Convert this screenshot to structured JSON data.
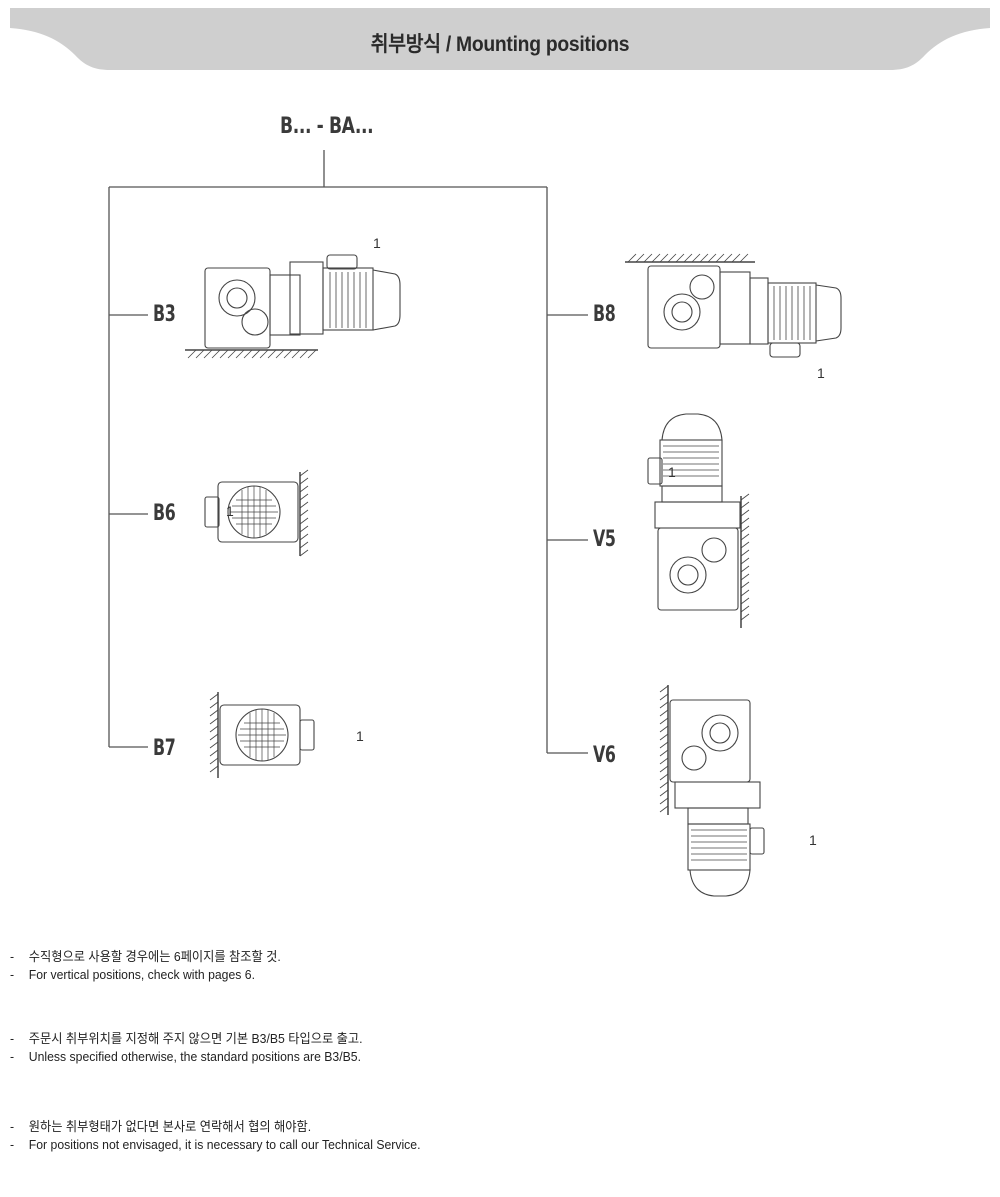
{
  "header": {
    "title": "취부방식 / Mounting positions"
  },
  "tree": {
    "title": "B... - BA..."
  },
  "positions": {
    "b3": {
      "label": "B3",
      "ref": "1"
    },
    "b6": {
      "label": "B6",
      "ref": "1"
    },
    "b7": {
      "label": "B7",
      "ref": "1"
    },
    "b8": {
      "label": "B8",
      "ref": "1"
    },
    "v5": {
      "label": "V5",
      "ref": "1"
    },
    "v6": {
      "label": "V6",
      "ref": "1"
    }
  },
  "notes": [
    {
      "dash": "-",
      "ko": "수직형으로 사용할 경우에는 6페이지를 참조할 것.",
      "dash2": "-",
      "en": "For vertical positions, check with pages 6."
    },
    {
      "dash": "-",
      "ko": "주문시 취부위치를 지정해 주지 않으면 기본 B3/B5 타입으로 출고.",
      "dash2": "-",
      "en": "Unless specified otherwise, the standard positions are B3/B5."
    },
    {
      "dash": "-",
      "ko": "원하는 취부형태가 없다면 본사로 연락해서 협의 해야함.",
      "dash2": "-",
      "en": "For positions not envisaged, it is necessary to call our Technical Service."
    }
  ],
  "colors": {
    "header_bg": "#cfcfcf",
    "line": "#555555",
    "drawing": "#444444"
  }
}
